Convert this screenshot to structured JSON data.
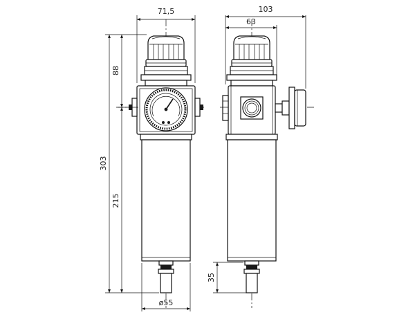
{
  "dimensions": {
    "front_width": "71,5",
    "side_total_width": "103",
    "side_body_width": "63",
    "regulator_height": "88",
    "total_height": "303",
    "bowl_height": "215",
    "drain_height": "35",
    "bowl_diameter": "ø55"
  },
  "icons": {
    "front_view": "front-view-drawing",
    "side_view": "side-view-drawing",
    "gauge": "pressure-gauge-icon",
    "knob": "adjustment-knob-icon",
    "port": "air-port-icon"
  }
}
